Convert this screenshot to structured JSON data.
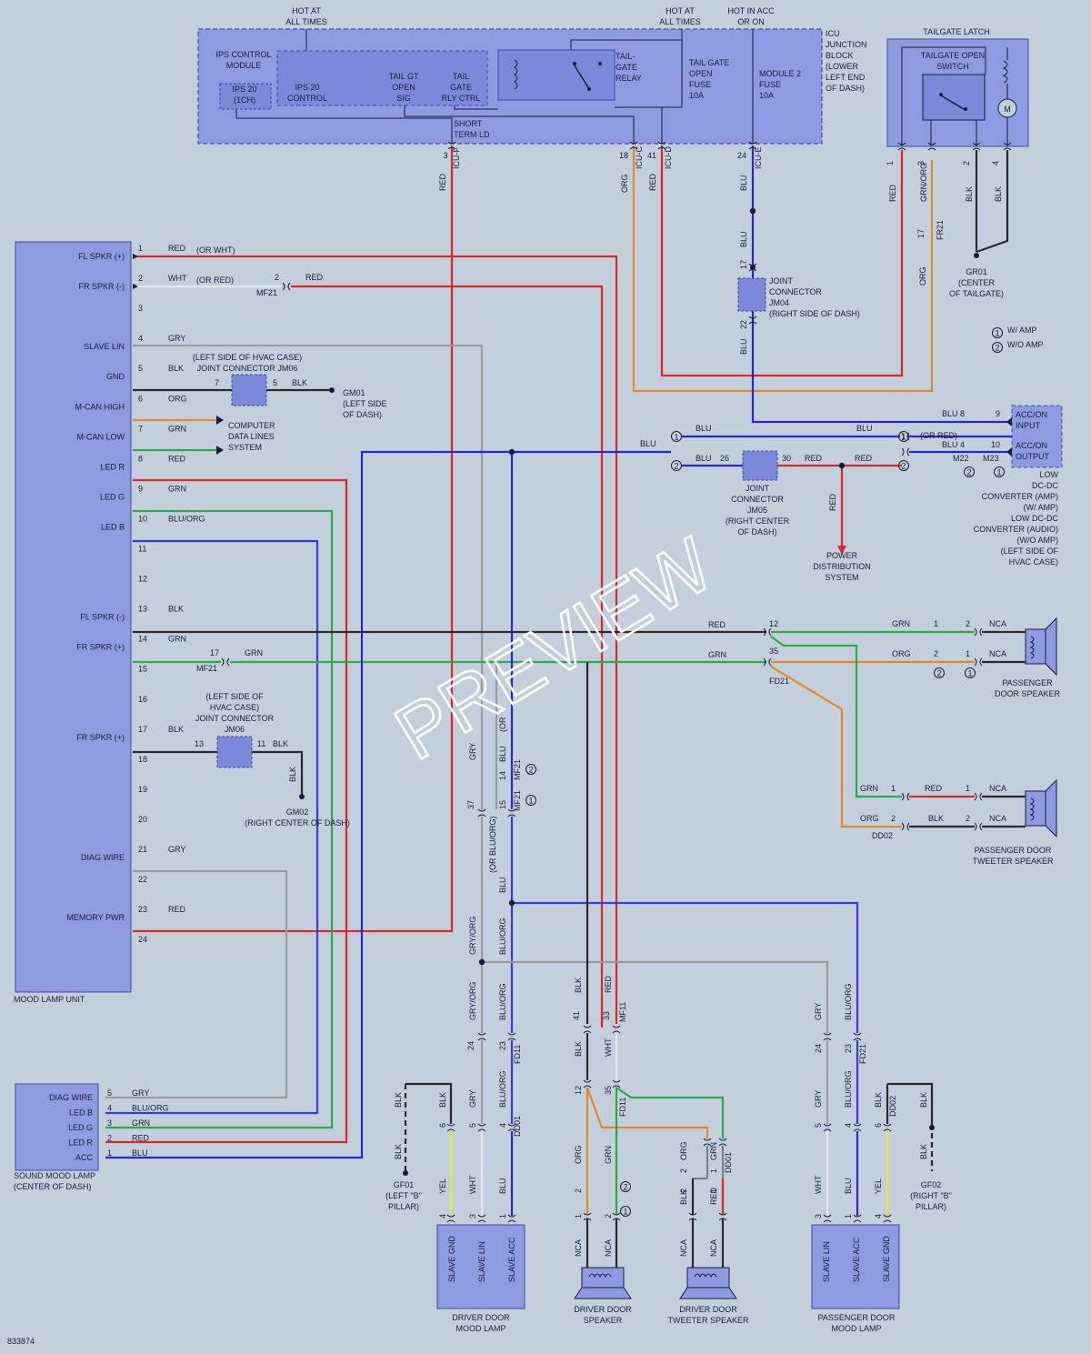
{
  "colors": {
    "background": "#c3d0dc",
    "module_fill": "#8f9be0",
    "module_border": "#3a4aa8",
    "RED": "#d62a2a",
    "WHT": "#e6e6e6",
    "GRY": "#9a9a9a",
    "BLK": "#2a2a2a",
    "ORG": "#e08830",
    "GRN": "#2ea84a",
    "BLU": "#2828c8",
    "BLU/ORG": "#3a3ad8",
    "YEL": "#e6e640"
  },
  "watermark": "PREVIEW",
  "figure_id": "833874",
  "legend": {
    "c1": "1",
    "c1_label": "W/ AMP",
    "c2": "2",
    "c2_label": "W/O AMP"
  },
  "icu": {
    "hot_all_times_1": "HOT AT\nALL TIMES",
    "hot_all_times_2": "HOT AT\nALL TIMES",
    "hot_in_acc": "HOT IN ACC\nOR ON",
    "ips_module": "IPS CONTROL\nMODULE",
    "ips20_1ch": "IPS 20\n(1CH)",
    "ips20_control": "IPS 20\nCONTROL",
    "tail_gt_open": "TAIL GT\nOPEN\nSIG",
    "tail_gate_rly": "TAIL\nGATE\nRLY CTRL",
    "relay": "TAIL-\nGATE\nRELAY",
    "fuse_tail": "TAIL GATE\nOPEN\nFUSE\n10A",
    "fuse_module2": "MODULE 2\nFUSE\n10A",
    "title": "ICU\nJUNCTION\nBLOCK\n(LOWER\nLEFT END\nOF DASH)",
    "short_term": "SHORT\nTERM LD",
    "pin_a_num": "3",
    "pin_a_conn": "ICU-F",
    "pin_a_color": "RED",
    "pin_b_num": "18",
    "pin_b_conn": "ICU-C",
    "pin_b_color": "ORG",
    "pin_c_num": "41",
    "pin_c_conn": "ICU-D",
    "pin_c_color": "RED",
    "pin_d_num": "24",
    "pin_d_conn": "ICU-E",
    "pin_d_color": "BLU"
  },
  "tailgate": {
    "title": "TAILGATE LATCH",
    "switch": "TAILGATE OPEN\nSWITCH",
    "motor": "M",
    "pins": [
      {
        "num": "1",
        "color": "RED"
      },
      {
        "num": "3",
        "color": "GRN/ORG"
      },
      {
        "num": "2",
        "color": "BLK"
      },
      {
        "num": "4",
        "color": "BLK"
      }
    ],
    "fr21_num": "17",
    "fr21": "FR21",
    "org": "ORG",
    "ground": "GR01\n(CENTER\nOF TAILGATE)"
  },
  "jm04": {
    "pin17": "17",
    "pin22": "22",
    "blu1": "BLU",
    "blu2": "BLU",
    "label": "JOINT\nCONNECTOR\nJM04\n(RIGHT SIDE OF DASH)"
  },
  "mood_unit": {
    "name": "MOOD LAMP UNIT",
    "pins": [
      {
        "num": "1",
        "label": "FL SPKR (+)",
        "wire": "RED",
        "note": "(OR WHT)"
      },
      {
        "num": "2",
        "label": "FR SPKR (-)",
        "wire": "WHT",
        "note": "(OR RED)"
      },
      {
        "num": "3",
        "label": "",
        "wire": "",
        "note": ""
      },
      {
        "num": "4",
        "label": "SLAVE LIN",
        "wire": "GRY",
        "note": ""
      },
      {
        "num": "5",
        "label": "GND",
        "wire": "BLK",
        "note": ""
      },
      {
        "num": "6",
        "label": "M-CAN HIGH",
        "wire": "ORG",
        "note": ""
      },
      {
        "num": "7",
        "label": "M-CAN LOW",
        "wire": "GRN",
        "note": ""
      },
      {
        "num": "8",
        "label": "LED R",
        "wire": "RED",
        "note": ""
      },
      {
        "num": "9",
        "label": "LED G",
        "wire": "GRN",
        "note": ""
      },
      {
        "num": "10",
        "label": "LED B",
        "wire": "BLU/ORG",
        "note": ""
      },
      {
        "num": "11",
        "label": "",
        "wire": "",
        "note": ""
      },
      {
        "num": "12",
        "label": "",
        "wire": "",
        "note": ""
      },
      {
        "num": "13",
        "label": "FL SPKR (-)",
        "wire": "BLK",
        "note": ""
      },
      {
        "num": "14",
        "label": "FR SPKR (+)",
        "wire": "GRN",
        "note": ""
      },
      {
        "num": "15",
        "label": "",
        "wire": "",
        "note": ""
      },
      {
        "num": "16",
        "label": "",
        "wire": "",
        "note": ""
      },
      {
        "num": "17",
        "label": "FR SPKR (+)",
        "wire": "BLK",
        "note": ""
      },
      {
        "num": "18",
        "label": "",
        "wire": "",
        "note": ""
      },
      {
        "num": "19",
        "label": "",
        "wire": "",
        "note": ""
      },
      {
        "num": "20",
        "label": "",
        "wire": "",
        "note": ""
      },
      {
        "num": "21",
        "label": "DIAG WIRE",
        "wire": "GRY",
        "note": ""
      },
      {
        "num": "22",
        "label": "",
        "wire": "",
        "note": ""
      },
      {
        "num": "23",
        "label": "MEMORY PWR",
        "wire": "RED",
        "note": ""
      },
      {
        "num": "24",
        "label": "",
        "wire": "",
        "note": ""
      }
    ]
  },
  "mf21_a": {
    "num": "2",
    "conn": "MF21",
    "color": "RED"
  },
  "mf21_b": {
    "num": "17",
    "conn": "MF21",
    "color": "GRN"
  },
  "jm06_a": {
    "label": "(LEFT SIDE OF HVAC CASE)\nJOINT CONNECTOR JM06",
    "pin_l": "7",
    "pin_r": "5",
    "wire": "BLK",
    "ground": "GM01\n(LEFT SIDE\nOF DASH)"
  },
  "jm06_b": {
    "label": "(LEFT SIDE OF\nHVAC CASE)\nJOINT CONNECTOR\nJM06",
    "pin_l": "13",
    "pin_r": "11",
    "wire_r": "BLK",
    "wire_d": "BLK",
    "ground": "GM02\n(RIGHT CENTER OF DASH)"
  },
  "cds": "COMPUTER\nDATA LINES\nSYSTEM",
  "jm05": {
    "label": "JOINT\nCONNECTOR\nJM05\n(RIGHT CENTER\nOF DASH)",
    "pin26": "26",
    "pin30": "30",
    "blu_in": "BLU",
    "blu_a": "BLU",
    "blu_b": "BLU",
    "blu_c": "BLU",
    "red_a": "RED",
    "red_b": "RED",
    "red_c": "RED",
    "pds": "POWER\nDISTRIBUTION\nSYSTEM",
    "c1": "1",
    "c2": "2"
  },
  "dcdc": {
    "acc_input": "ACC/ON\nINPUT",
    "acc_output": "ACC/ON\nOUTPUT",
    "label": "LOW\nDC-DC\nCONVERTER (AMP)\n(W/ AMP)\nLOW DC-DC\nCONVERTER (AUDIO)\n(W/O AMP)\n(LEFT SIDE OF\nHVAC CASE)",
    "blu8": "BLU 8",
    "p9": "9",
    "or_red": "(OR RED)",
    "blu4": "BLU 4",
    "p10": "10",
    "m22": "M22",
    "m23": "M23",
    "c1": "1",
    "c2": "2"
  },
  "fd21_pass": {
    "p12": "12",
    "p35": "35",
    "conn": "FD21",
    "red": "RED",
    "grn": "GRN"
  },
  "pass_spk": {
    "name": "PASSENGER\nDOOR SPEAKER",
    "grn": "GRN",
    "org": "ORG",
    "p1": "1",
    "p2": "2",
    "q2": "2",
    "q1": "1",
    "nca1": "NCA",
    "nca2": "NCA",
    "c2": "2",
    "c1": "1"
  },
  "dd02": {
    "conn": "DD02",
    "grn": "GRN",
    "org": "ORG",
    "p1": "1",
    "p2": "2",
    "red": "RED",
    "blk": "BLK",
    "q1": "1",
    "q2": "2",
    "nca1": "NCA",
    "nca2": "NCA",
    "name": "PASSENGER DOOR\nTWEETER SPEAKER"
  },
  "mf21_mid": {
    "gry": "GRY",
    "blu": "BLU",
    "p14": "14",
    "mf21": "MF21",
    "c2": "2",
    "or": "(OR",
    "p37": "37",
    "p15": "15",
    "mf21b": "MF21",
    "c1": "1",
    "orbluorg": "(OR BLU/ORG)",
    "blu2": "BLU",
    "gryorg": "GRY/ORG",
    "bluorg": "BLU/ORG"
  },
  "mf11": {
    "blk": "BLK",
    "red": "RED",
    "p41": "41",
    "p33": "33",
    "conn": "MF11"
  },
  "sound_lamp": {
    "name": "SOUND MOOD LAMP\n(CENTER OF DASH)",
    "pins": [
      {
        "num": "5",
        "label": "DIAG WIRE",
        "wire": "GRY"
      },
      {
        "num": "4",
        "label": "LED B",
        "wire": "BLU/ORG"
      },
      {
        "num": "3",
        "label": "LED G",
        "wire": "GRN"
      },
      {
        "num": "2",
        "label": "LED R",
        "wire": "RED"
      },
      {
        "num": "1",
        "label": "ACC",
        "wire": "BLU"
      }
    ]
  },
  "fd11_drv": {
    "p24": "24",
    "p23": "23",
    "conn": "FD11",
    "gryorg": "GRY/ORG",
    "bluorg": "BLU/ORG",
    "blk": "BLK",
    "gry": "GRY",
    "bluorg2": "BLU/ORG",
    "p6": "6",
    "p5": "5",
    "p4": "4",
    "dd01": "DD01",
    "ground_blk": "BLK",
    "ground": "GF01\n(LEFT \"B\"\nPILLAR)",
    "yel": "YEL",
    "wht": "WHT",
    "blu": "BLU",
    "q4": "4",
    "q3": "3",
    "q1": "1",
    "pins": [
      "SLAVE GND",
      "SLAVE LIN",
      "SLAVE ACC"
    ],
    "name": "DRIVER DOOR\nMOOD LAMP"
  },
  "drv_spk": {
    "blk": "BLK",
    "wht": "WHT",
    "p12": "12",
    "p35": "35",
    "conn": "FD11",
    "org": "ORG",
    "grn": "GRN",
    "q2": "2",
    "q1": "1",
    "c2": "2",
    "c1": "1",
    "nca1": "NCA",
    "nca2": "NCA",
    "name": "DRIVER DOOR\nSPEAKER"
  },
  "drv_tw": {
    "org": "ORG",
    "grn": "GRN",
    "p2": "2",
    "p1": "1",
    "conn": "DD01",
    "blk": "BLK",
    "red": "RED",
    "q2": "2",
    "q1": "1",
    "nca1": "NCA",
    "nca2": "NCA",
    "name": "DRIVER DOOR\nTWEETER SPEAKER"
  },
  "pass_lamp": {
    "gry": "GRY",
    "bluorg": "BLU/ORG",
    "p24": "24",
    "p23": "23",
    "conn": "FD21",
    "gry2": "GRY",
    "bluorg2": "BLU/ORG",
    "blk": "BLK",
    "p5": "5",
    "p4": "4",
    "p6": "6",
    "dd02": "DD02",
    "blk2": "BLK",
    "ground_blk": "BLK",
    "ground": "GF02\n(RIGHT \"B\"\nPILLAR)",
    "wht": "WHT",
    "blu": "BLU",
    "yel": "YEL",
    "q3": "3",
    "q1": "1",
    "q4": "4",
    "pins": [
      "SLAVE LIN",
      "SLAVE ACC",
      "SLAVE GND"
    ],
    "name": "PASSENGER DOOR\nMOOD LAMP"
  }
}
